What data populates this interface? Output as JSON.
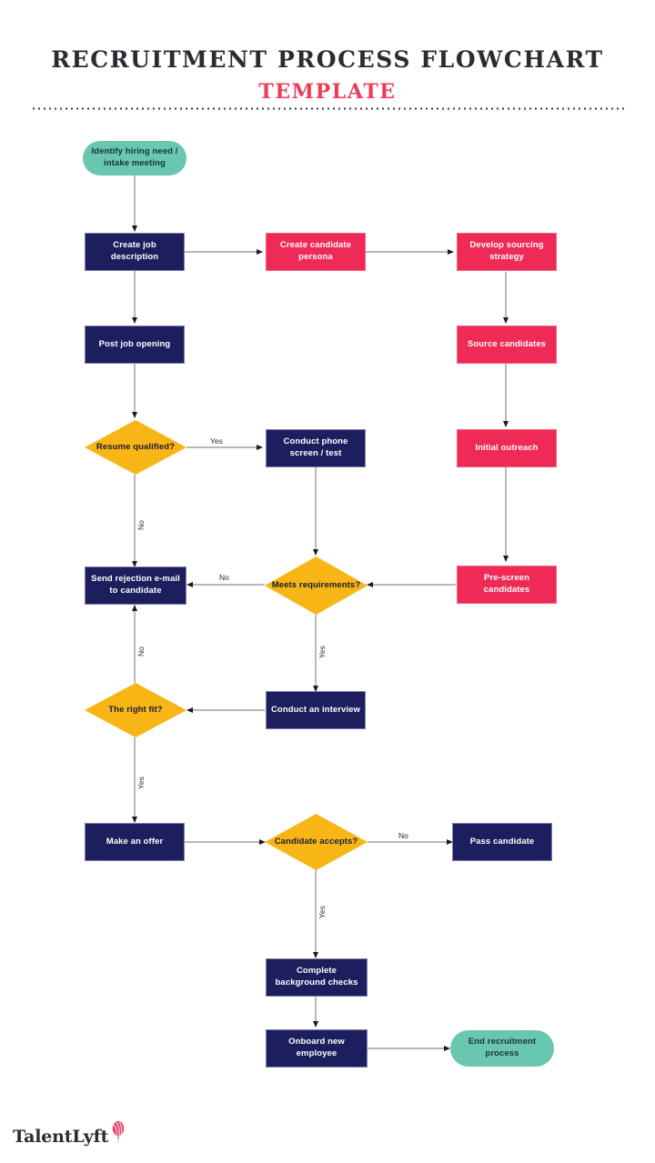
{
  "header": {
    "title": "RECRUITMENT PROCESS FLOWCHART",
    "subtitle": "TEMPLATE"
  },
  "footer": {
    "brand": "TalentLyft",
    "logo_icon": "balloon-icon"
  },
  "colors": {
    "navy": "#1d1e5e",
    "pink": "#ef2a56",
    "yellow": "#f8b616",
    "green": "#68c7ae",
    "title_accent": "#ef3b57",
    "text_dark": "#2b2b33",
    "connector": "#7a7a82",
    "background": "#ffffff"
  },
  "chart_data": {
    "type": "diagram",
    "diagram_type": "flowchart",
    "title": "RECRUITMENT PROCESS FLOWCHART TEMPLATE",
    "nodes": [
      {
        "id": "start",
        "label": "Identify hiring need / intake meeting",
        "shape": "rounded",
        "color": "green"
      },
      {
        "id": "createjob",
        "label": "Create job description",
        "shape": "rectangle",
        "color": "navy"
      },
      {
        "id": "persona",
        "label": "Create candidate persona",
        "shape": "rectangle",
        "color": "pink"
      },
      {
        "id": "sourcing",
        "label": "Develop sourcing strategy",
        "shape": "rectangle",
        "color": "pink"
      },
      {
        "id": "postjob",
        "label": "Post job opening",
        "shape": "rectangle",
        "color": "navy"
      },
      {
        "id": "source",
        "label": "Source candidates",
        "shape": "rectangle",
        "color": "pink"
      },
      {
        "id": "resumequal",
        "label": "Resume qualified?",
        "shape": "diamond",
        "color": "yellow"
      },
      {
        "id": "phonescreen",
        "label": "Conduct phone screen / test",
        "shape": "rectangle",
        "color": "navy"
      },
      {
        "id": "outreach",
        "label": "Initial outreach",
        "shape": "rectangle",
        "color": "pink"
      },
      {
        "id": "reject",
        "label": "Send rejection e-mail to candidate",
        "shape": "rectangle",
        "color": "navy"
      },
      {
        "id": "meetsreq",
        "label": "Meets requirements?",
        "shape": "diamond",
        "color": "yellow"
      },
      {
        "id": "prescreen",
        "label": "Pre-screen candidates",
        "shape": "rectangle",
        "color": "pink"
      },
      {
        "id": "rightfit",
        "label": "The right fit?",
        "shape": "diamond",
        "color": "yellow"
      },
      {
        "id": "interview",
        "label": "Conduct an interview",
        "shape": "rectangle",
        "color": "navy"
      },
      {
        "id": "offer",
        "label": "Make an offer",
        "shape": "rectangle",
        "color": "navy"
      },
      {
        "id": "accepts",
        "label": "Candidate accepts?",
        "shape": "diamond",
        "color": "yellow"
      },
      {
        "id": "pass",
        "label": "Pass candidate",
        "shape": "rectangle",
        "color": "navy"
      },
      {
        "id": "background",
        "label": "Complete background checks",
        "shape": "rectangle",
        "color": "navy"
      },
      {
        "id": "onboard",
        "label": "Onboard new employee",
        "shape": "rectangle",
        "color": "navy"
      },
      {
        "id": "end",
        "label": "End recruitment process",
        "shape": "rounded",
        "color": "green"
      }
    ],
    "edges": [
      {
        "from": "start",
        "to": "createjob",
        "label": ""
      },
      {
        "from": "createjob",
        "to": "persona",
        "label": ""
      },
      {
        "from": "persona",
        "to": "sourcing",
        "label": ""
      },
      {
        "from": "createjob",
        "to": "postjob",
        "label": ""
      },
      {
        "from": "sourcing",
        "to": "source",
        "label": ""
      },
      {
        "from": "postjob",
        "to": "resumequal",
        "label": ""
      },
      {
        "from": "source",
        "to": "outreach",
        "label": ""
      },
      {
        "from": "resumequal",
        "to": "phonescreen",
        "label": "Yes"
      },
      {
        "from": "resumequal",
        "to": "reject",
        "label": "No"
      },
      {
        "from": "outreach",
        "to": "prescreen",
        "label": ""
      },
      {
        "from": "phonescreen",
        "to": "meetsreq",
        "label": ""
      },
      {
        "from": "meetsreq",
        "to": "reject",
        "label": "No"
      },
      {
        "from": "prescreen",
        "to": "meetsreq",
        "label": ""
      },
      {
        "from": "meetsreq",
        "to": "interview",
        "label": "Yes"
      },
      {
        "from": "interview",
        "to": "rightfit",
        "label": ""
      },
      {
        "from": "rightfit",
        "to": "reject",
        "label": "No"
      },
      {
        "from": "rightfit",
        "to": "offer",
        "label": "Yes"
      },
      {
        "from": "offer",
        "to": "accepts",
        "label": ""
      },
      {
        "from": "accepts",
        "to": "pass",
        "label": "No"
      },
      {
        "from": "accepts",
        "to": "background",
        "label": "Yes"
      },
      {
        "from": "background",
        "to": "onboard",
        "label": ""
      },
      {
        "from": "onboard",
        "to": "end",
        "label": ""
      }
    ]
  },
  "edge_labels": {
    "yes_resume": "Yes",
    "no_resume": "No",
    "no_meets": "No",
    "yes_meets": "Yes",
    "no_rightfit": "No",
    "yes_rightfit": "Yes",
    "no_accepts": "No",
    "yes_accepts": "Yes"
  }
}
